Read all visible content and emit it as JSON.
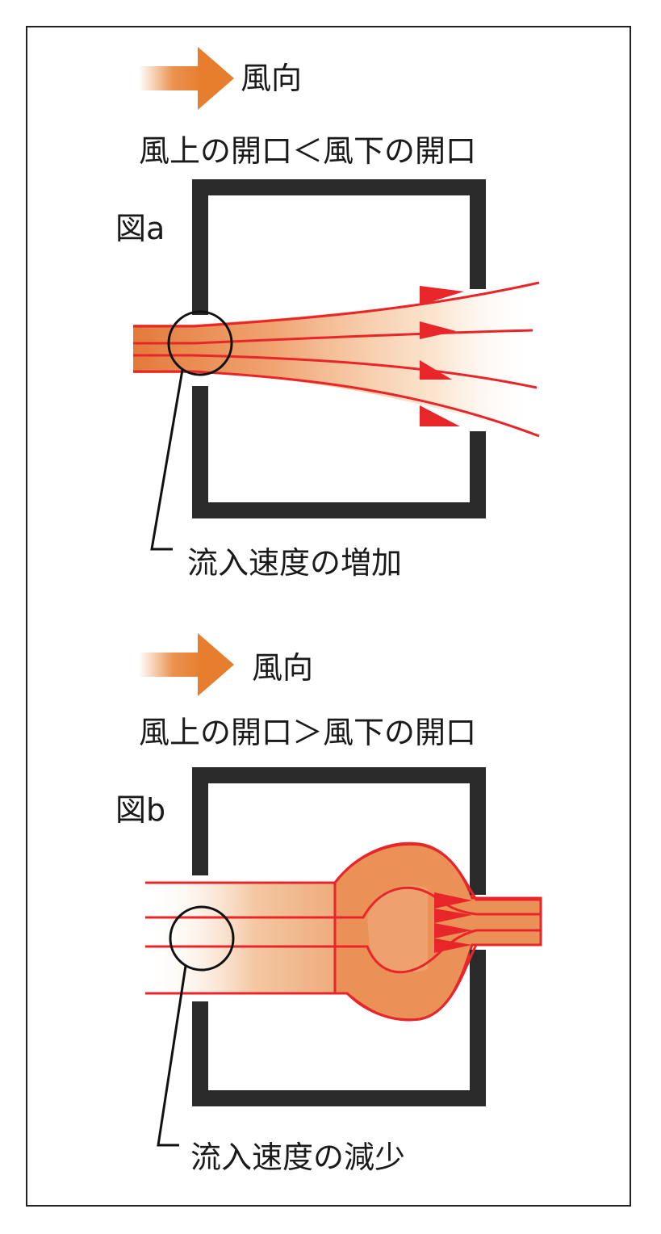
{
  "panel_a": {
    "wind_label": "風向",
    "condition": "風上の開口＜風下の開口",
    "figure_label": "図a",
    "note": "流入速度の増加"
  },
  "panel_b": {
    "wind_label": "風向",
    "condition": "風上の開口＞風下の開口",
    "figure_label": "図b",
    "note": "流入速度の減少"
  },
  "colors": {
    "frame": "#222222",
    "wall": "#2a2a2a",
    "flow_line": "#e8262a",
    "flow_fill": "#e8884a",
    "arrow_orange": "#e67e2e"
  }
}
